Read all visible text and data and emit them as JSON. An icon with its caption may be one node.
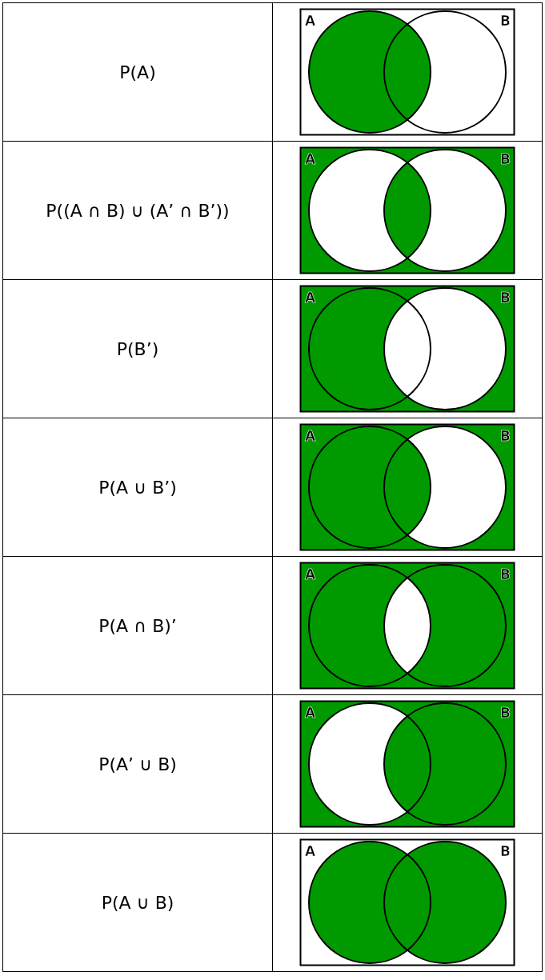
{
  "diagram": {
    "labels": [
      "P(A)",
      "A",
      "B",
      "P((A ∩ B) ∪ (A’ ∩ B’))",
      "A",
      "B",
      "P(B’)",
      "A",
      "B",
      "P(A ∪ B’)",
      "A",
      "B",
      "P(A ∩ B)’",
      "A",
      "B",
      "P(A’ ∪ B)",
      "A",
      "B",
      "P(A ∪ B)",
      "A",
      "B"
    ]
  }
}
